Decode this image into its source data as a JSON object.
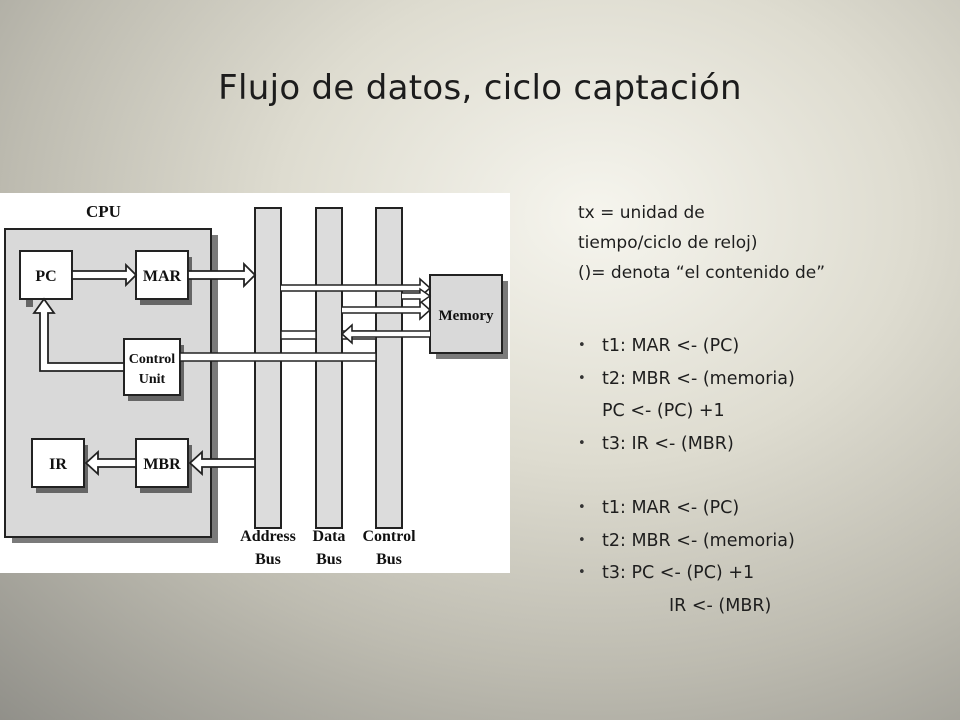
{
  "slide": {
    "title": "Flujo de datos, ciclo captación"
  },
  "diagram": {
    "cpu_label": "CPU",
    "pc": "PC",
    "mar": "MAR",
    "control_unit_line1": "Control",
    "control_unit_line2": "Unit",
    "ir": "IR",
    "mbr": "MBR",
    "memory": "Memory",
    "address_bus_line1": "Address",
    "address_bus_line2": "Bus",
    "data_bus_line1": "Data",
    "data_bus_line2": "Bus",
    "control_bus_line1": "Control",
    "control_bus_line2": "Bus"
  },
  "notes": {
    "def_line1": "tx = unidad de",
    "def_line2": "tiempo/ciclo de reloj)",
    "def_line3": "()= denota “el contenido de”",
    "group1": [
      "t1: MAR <- (PC)",
      "t2: MBR <- (memoria)",
      "PC <- (PC) +1",
      "t3: IR <- (MBR)"
    ],
    "group2": [
      "t1: MAR <- (PC)",
      "t2: MBR <- (memoria)",
      "t3: PC <- (PC) +1",
      "IR <- (MBR)"
    ]
  }
}
